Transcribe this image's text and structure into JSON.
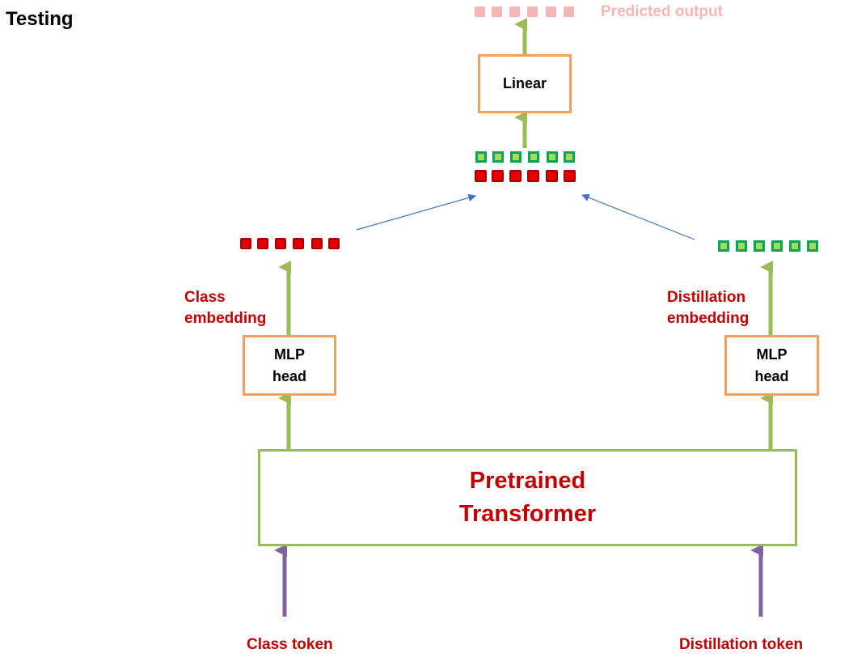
{
  "title": "Testing",
  "output_label": "Predicted output",
  "linear_label": "Linear",
  "left": {
    "embedding_label_line1": "Class",
    "embedding_label_line2": "embedding",
    "mlp_line1": "MLP",
    "mlp_line2": "head",
    "token_label": "Class token"
  },
  "right": {
    "embedding_label_line1": "Distillation",
    "embedding_label_line2": "embedding",
    "mlp_line1": "MLP",
    "mlp_line2": "head",
    "token_label": "Distillation token"
  },
  "transformer_line1": "Pretrained",
  "transformer_line2": "Transformer",
  "colors": {
    "label_red": "#c00000",
    "box_orange": "#f0a060",
    "box_green": "#9bbb59",
    "arrow_green": "#9bbb59",
    "arrow_purple": "#8064a2",
    "arrow_blue": "#4472c4",
    "token_red": "#e40000",
    "token_green": "#00a651",
    "token_pink": "#f4b6b6"
  }
}
